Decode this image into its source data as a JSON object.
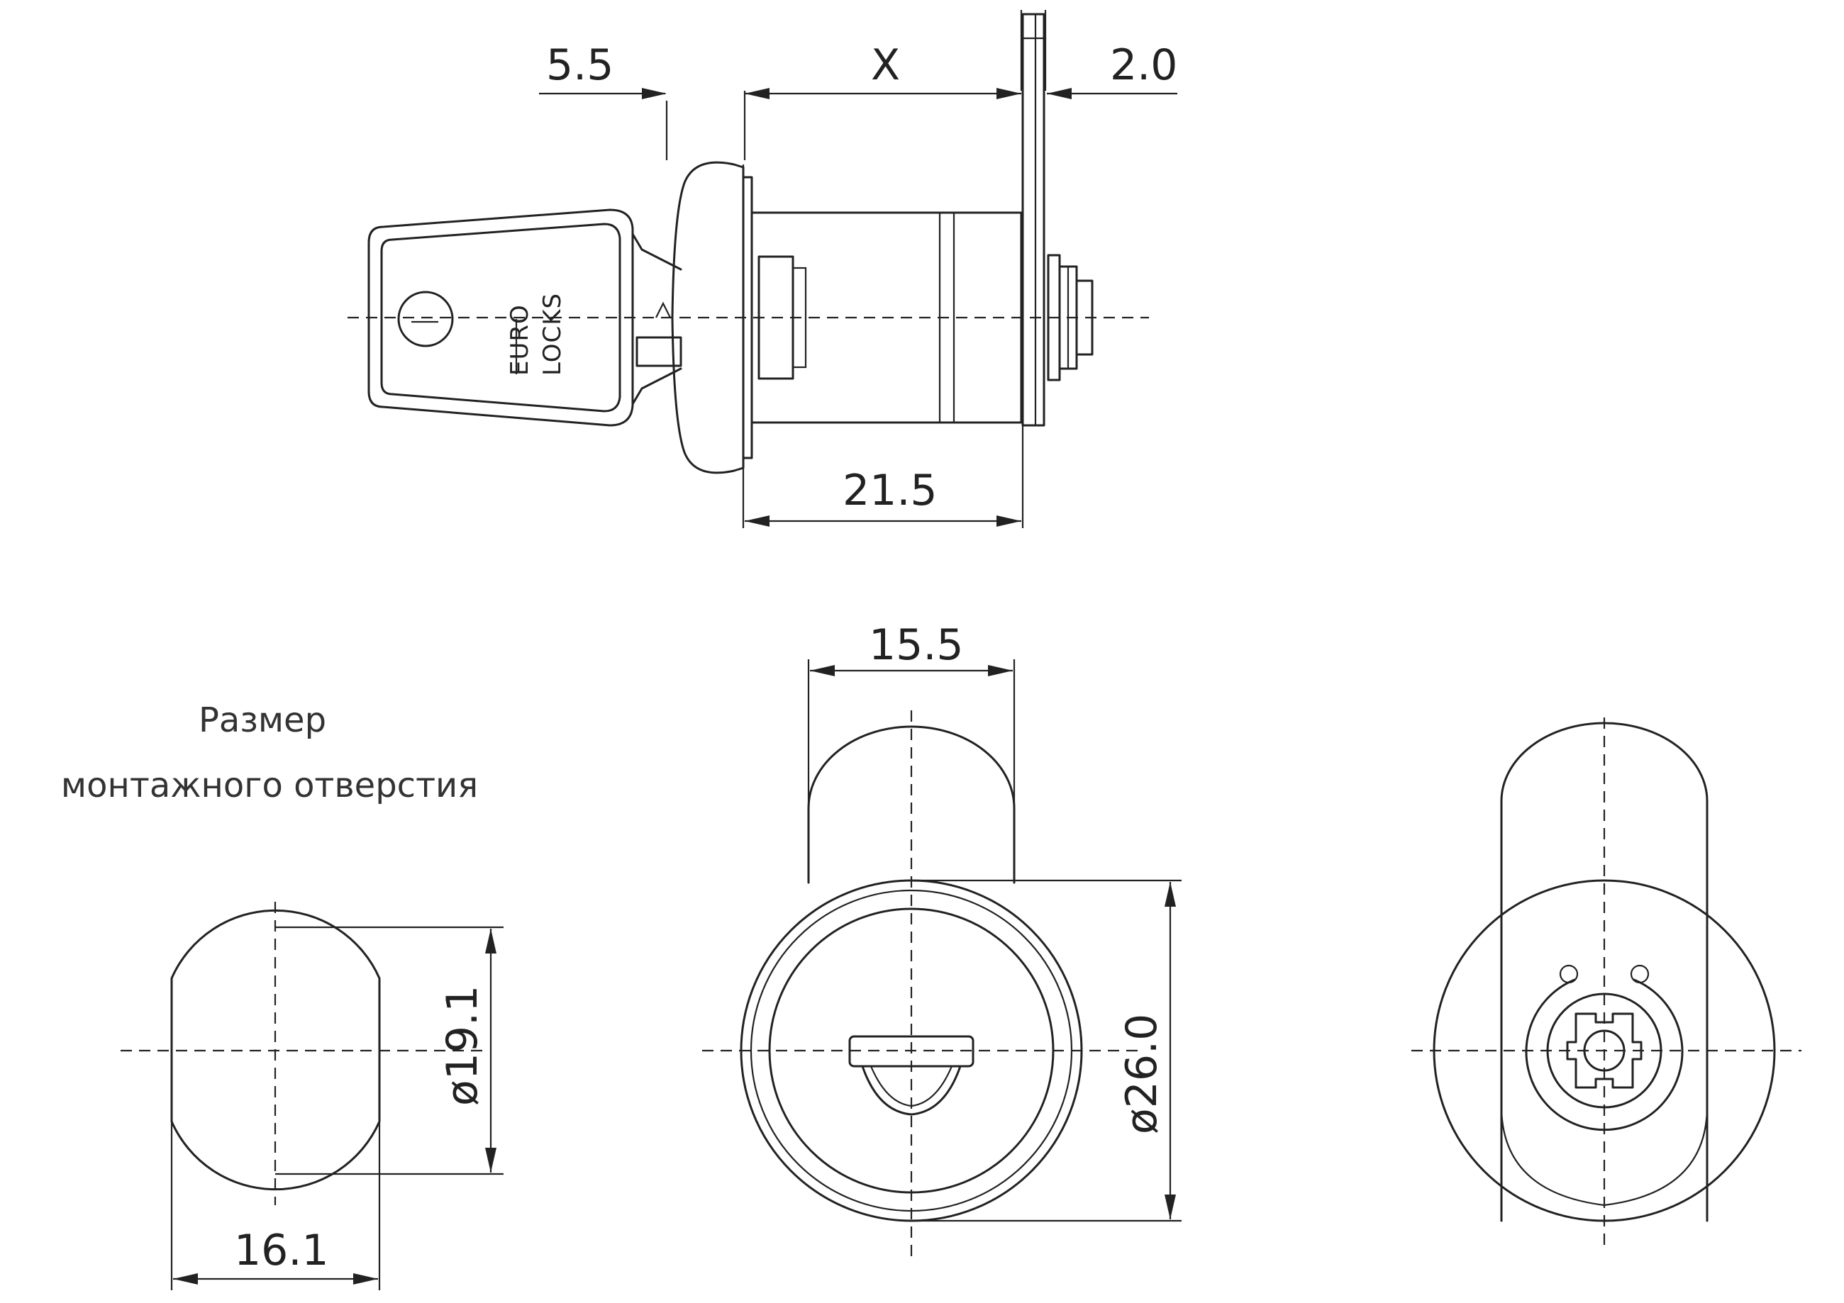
{
  "dimensions": {
    "top_left": "5.5",
    "top_middle": "X",
    "top_right": "2.0",
    "body_length": "21.5",
    "front_width": "15.5",
    "front_diameter": "ø26.0",
    "hole_diameter": "ø19.1",
    "hole_width": "16.1"
  },
  "key_brand": {
    "line1": "EURO",
    "line2": "LOCKS"
  },
  "hole_caption": {
    "line1": "Размер",
    "line2": "монтажного отверстия"
  }
}
